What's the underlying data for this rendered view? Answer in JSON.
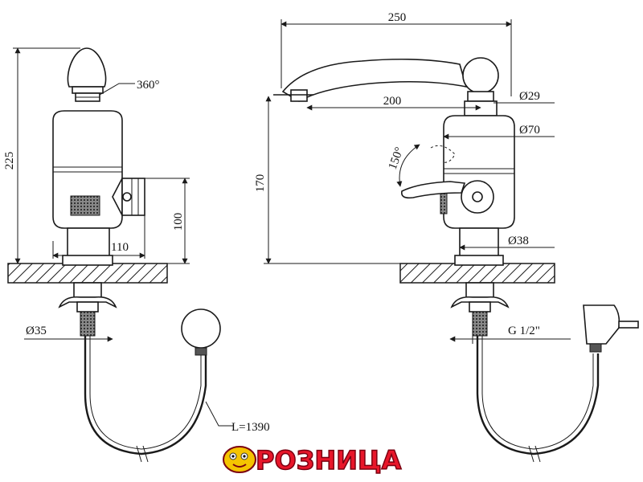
{
  "dimensions": {
    "rotation_angle": "360°",
    "height_total": "225",
    "handle_offset": "110",
    "handle_height": "100",
    "nut_diameter": "Ø35",
    "cable_length": "L=1390",
    "spout_length": "250",
    "spout_reach": "200",
    "spout_height": "170",
    "knob_diameter": "Ø29",
    "body_diameter": "Ø70",
    "lever_angle": "150°",
    "base_diameter": "Ø38",
    "thread_size": "G 1/2\""
  },
  "logo": {
    "text": "РОЗНИЦА",
    "colors": {
      "fill": "#e8162a",
      "stroke": "#7a0010",
      "mascot": "#f5c400"
    }
  }
}
